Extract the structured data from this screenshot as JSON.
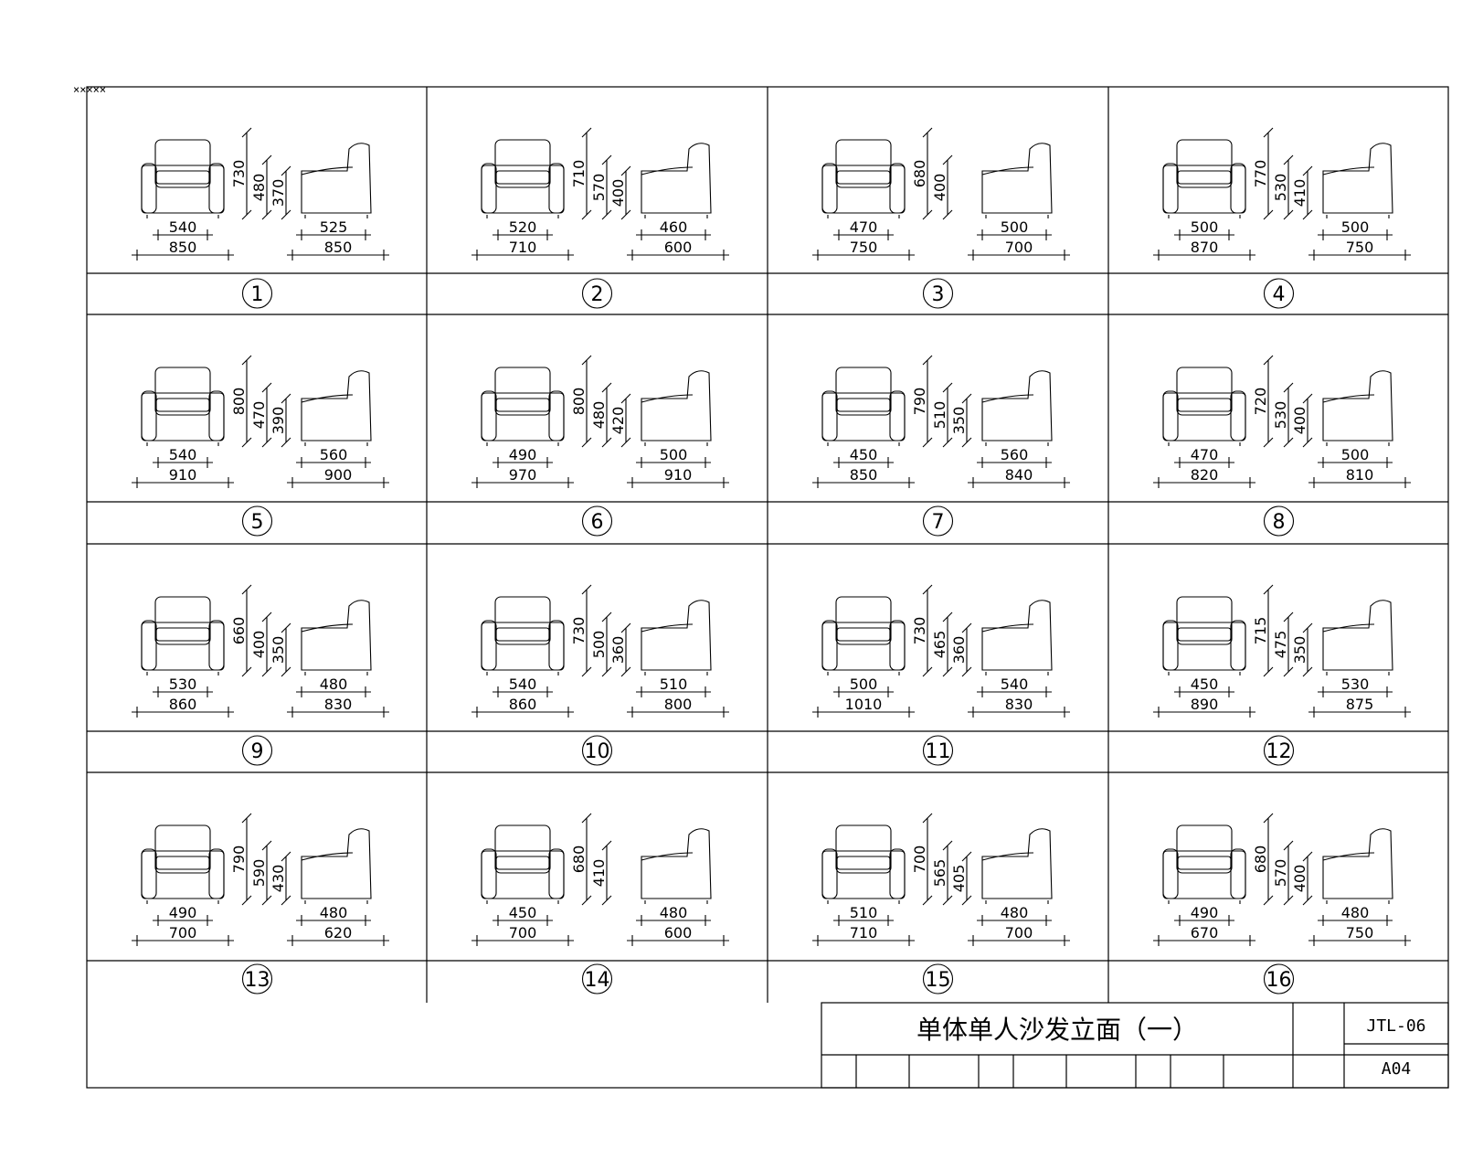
{
  "side_mark": "×××××",
  "items": [
    {
      "num": "1",
      "fw": "540",
      "fo": "850",
      "sw": "525",
      "so": "850",
      "h": [
        "730",
        "480",
        "370"
      ]
    },
    {
      "num": "2",
      "fw": "520",
      "fo": "710",
      "sw": "460",
      "so": "600",
      "h": [
        "710",
        "570",
        "400"
      ]
    },
    {
      "num": "3",
      "fw": "470",
      "fo": "750",
      "sw": "500",
      "so": "700",
      "h": [
        "680",
        "400"
      ]
    },
    {
      "num": "4",
      "fw": "500",
      "fo": "870",
      "sw": "500",
      "so": "750",
      "h": [
        "770",
        "530",
        "410"
      ]
    },
    {
      "num": "5",
      "fw": "540",
      "fo": "910",
      "sw": "560",
      "so": "900",
      "h": [
        "800",
        "470",
        "390"
      ]
    },
    {
      "num": "6",
      "fw": "490",
      "fo": "970",
      "sw": "500",
      "so": "910",
      "h": [
        "800",
        "480",
        "420"
      ]
    },
    {
      "num": "7",
      "fw": "450",
      "fo": "850",
      "sw": "560",
      "so": "840",
      "h": [
        "790",
        "510",
        "350"
      ]
    },
    {
      "num": "8",
      "fw": "470",
      "fo": "820",
      "sw": "500",
      "so": "810",
      "h": [
        "720",
        "530",
        "400"
      ]
    },
    {
      "num": "9",
      "fw": "530",
      "fo": "860",
      "sw": "480",
      "so": "830",
      "h": [
        "660",
        "400",
        "350"
      ]
    },
    {
      "num": "10",
      "fw": "540",
      "fo": "860",
      "sw": "510",
      "so": "800",
      "h": [
        "730",
        "500",
        "360"
      ]
    },
    {
      "num": "11",
      "fw": "500",
      "fo": "1010",
      "sw": "540",
      "so": "830",
      "h": [
        "730",
        "465",
        "360"
      ]
    },
    {
      "num": "12",
      "fw": "450",
      "fo": "890",
      "sw": "530",
      "so": "875",
      "h": [
        "715",
        "475",
        "350"
      ]
    },
    {
      "num": "13",
      "fw": "490",
      "fo": "700",
      "sw": "480",
      "so": "620",
      "h": [
        "790",
        "590",
        "430"
      ]
    },
    {
      "num": "14",
      "fw": "450",
      "fo": "700",
      "sw": "480",
      "so": "600",
      "h": [
        "680",
        "410"
      ]
    },
    {
      "num": "15",
      "fw": "510",
      "fo": "710",
      "sw": "480",
      "so": "700",
      "h": [
        "700",
        "565",
        "405"
      ]
    },
    {
      "num": "16",
      "fw": "490",
      "fo": "670",
      "sw": "480",
      "so": "750",
      "h": [
        "680",
        "570",
        "400"
      ]
    }
  ],
  "title_block": {
    "title": "单体单人沙发立面（一）",
    "drawing_no": "JTL-06",
    "sheet_size": "A04"
  }
}
